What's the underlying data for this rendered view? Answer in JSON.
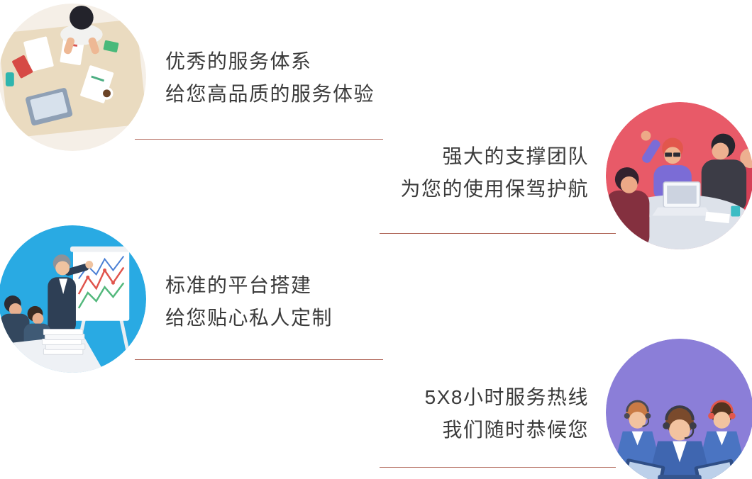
{
  "panel": {
    "name": "service-features-overview",
    "background": "#ffffff"
  },
  "colors": {
    "divider_line": "#b2695c",
    "text": "#3b3b3b"
  },
  "features": [
    {
      "title": "优秀的服务体系",
      "subtitle": "给您高品质的服务体验",
      "side": "left",
      "illustration": "office-teamwork-top-view",
      "circle_bg": "#f5efe7"
    },
    {
      "title": "强大的支撑团队",
      "subtitle": "为您的使用保驾护航",
      "side": "right",
      "illustration": "support-team-meeting",
      "circle_bg": "#e85a68"
    },
    {
      "title": "标准的平台搭建",
      "subtitle": "给您贴心私人定制",
      "side": "left",
      "illustration": "platform-presentation-charts",
      "circle_bg": "#29aae3"
    },
    {
      "title": "5X8小时服务热线",
      "subtitle": "我们随时恭候您",
      "side": "right",
      "illustration": "call-center-agents-headsets",
      "circle_bg": "#8b7ed8"
    }
  ]
}
